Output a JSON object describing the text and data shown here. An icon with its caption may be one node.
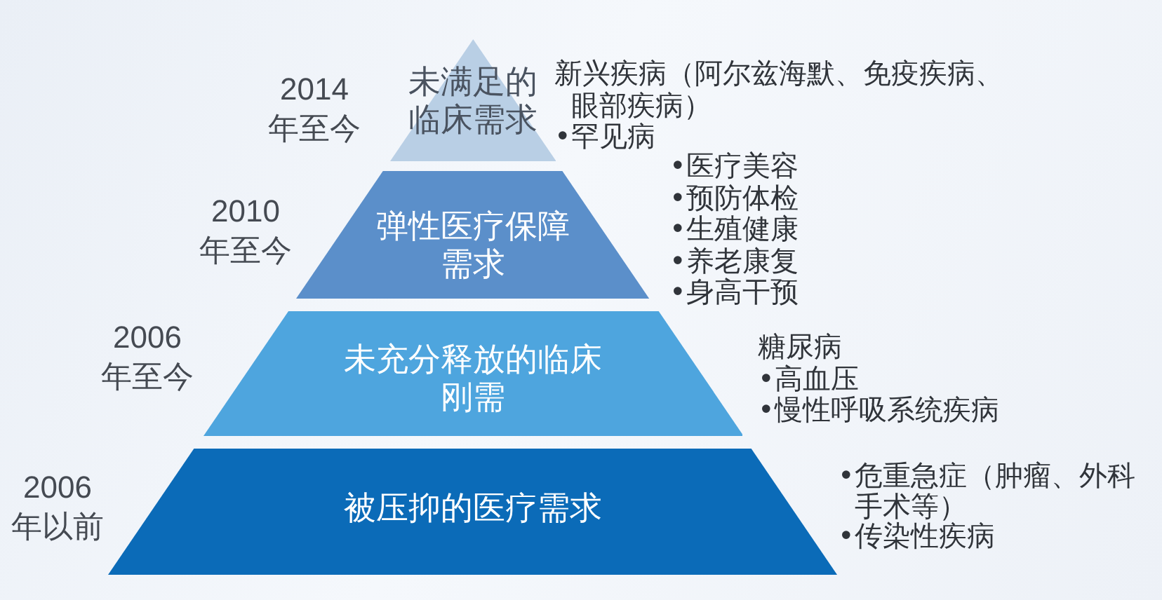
{
  "diagram": {
    "nodes": [
      {
        "text": [
          "未满足的临床需求"
        ],
        "beside": [
          "2014 年至今",
          "新兴疾病（阿尔兹海默、免疫疾病、眼部疾病）",
          "•罕见病"
        ]
      },
      {
        "text": [
          "弹性医疗保障需求"
        ],
        "beside": [
          "2010 年至今",
          "•医疗美容",
          "•预防体检",
          "•生殖健康",
          "•养老康复",
          "•身高干预"
        ]
      },
      {
        "text": [
          "未充分释放的临床刚需"
        ],
        "beside": [
          "2006 年至今",
          "糖尿病",
          "•高血压",
          "•慢性呼吸系统疾病"
        ]
      },
      {
        "text": [
          "被压抑的医疗需求"
        ],
        "beside": [
          "2006 年以前",
          "•危重急症（肿瘤、外科手术等）",
          "•传染性疾病"
        ]
      }
    ]
  }
}
